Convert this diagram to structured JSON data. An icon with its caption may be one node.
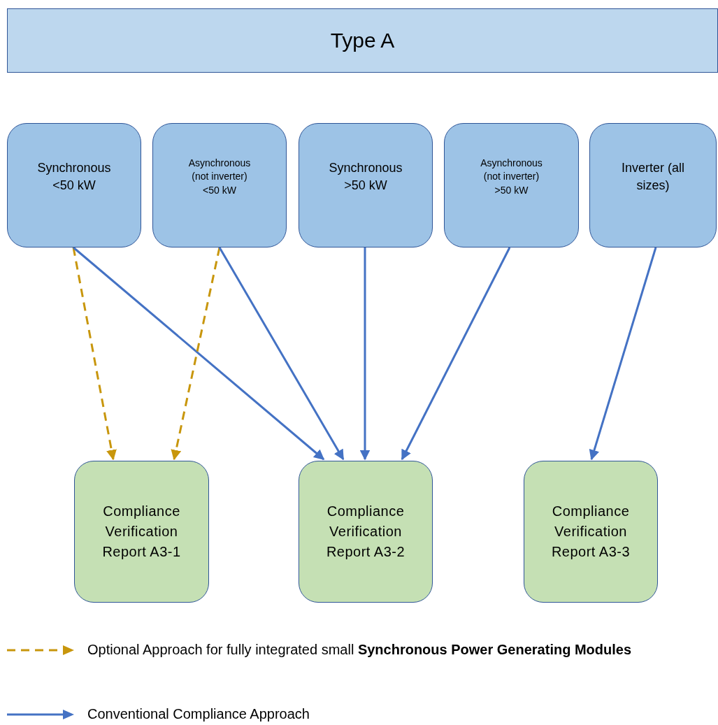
{
  "diagram": {
    "nodes": [
      {
        "text": [
          "Type A"
        ]
      },
      {
        "text": [
          "Synchronous <50 kW"
        ]
      },
      {
        "text": [
          "Asynchronous (not inverter) <50 kW"
        ]
      },
      {
        "text": [
          "Synchronous >50 kW"
        ]
      },
      {
        "text": [
          "Asynchronous (not inverter) >50 kW"
        ]
      },
      {
        "text": [
          "Inverter (all sizes)"
        ]
      },
      {
        "text": [
          "Compliance Verification Report A3-1"
        ]
      },
      {
        "text": [
          "Compliance Verification Report A3-2"
        ]
      },
      {
        "text": [
          "Compliance Verification Report A3-3"
        ]
      }
    ],
    "edges": [
      {
        "from": 1,
        "to": 6,
        "arrow": "to",
        "style": "dashed",
        "color": "#c8960c"
      },
      {
        "from": 1,
        "to": 7,
        "arrow": "to"
      },
      {
        "from": 2,
        "to": 6,
        "arrow": "to",
        "style": "dashed",
        "color": "#c8960c"
      },
      {
        "from": 2,
        "to": 7,
        "arrow": "to"
      },
      {
        "from": 3,
        "to": 7,
        "arrow": "to"
      },
      {
        "from": 4,
        "to": 7,
        "arrow": "to"
      },
      {
        "from": 5,
        "to": 8,
        "arrow": "to"
      }
    ],
    "legend": [
      {
        "text": "Optional Approach for fully integrated small **Synchronous Power Generating Modules**"
      },
      {
        "text": "Conventional Compliance Approach"
      }
    ]
  }
}
